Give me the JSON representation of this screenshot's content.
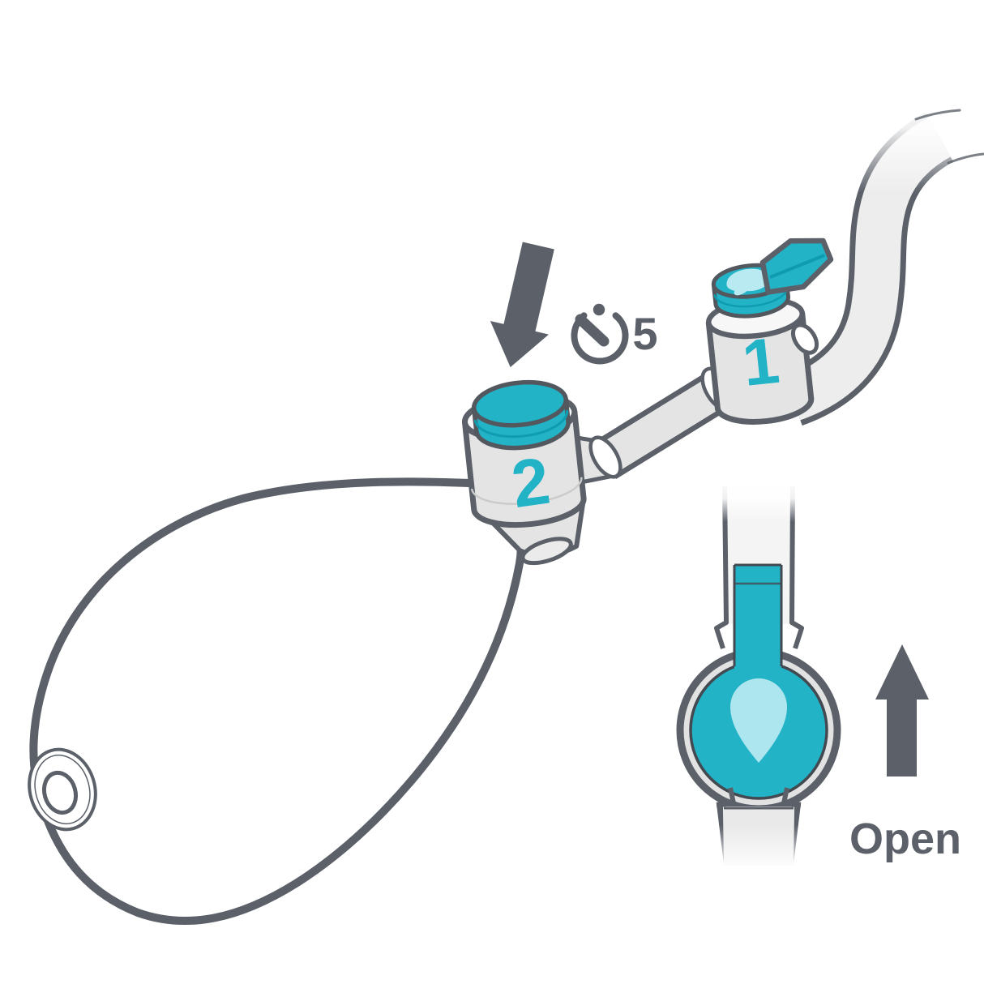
{
  "diagram": {
    "title": "Manual bulb pump with two valves - press and open instruction",
    "labels": {
      "valve1": "1",
      "valve2": "2",
      "timer_value": "5",
      "open_label": "Open"
    },
    "icons": {
      "press_arrow": "down-arrow-icon",
      "timer": "timer-icon",
      "open_arrow": "up-arrow-icon",
      "relief_valve": "relief-valve-icon",
      "droplet": "droplet-icon"
    },
    "colors": {
      "outline_gray": "#5b6069",
      "teal": "#22b3c7",
      "teal_dark": "#0f9cb1",
      "teal_light": "#aee6ef",
      "plastic_gray": "#e4e4e5",
      "plastic_light": "#f7f7f8",
      "tube_gray": "#ededee",
      "background": "#ffffff"
    }
  }
}
